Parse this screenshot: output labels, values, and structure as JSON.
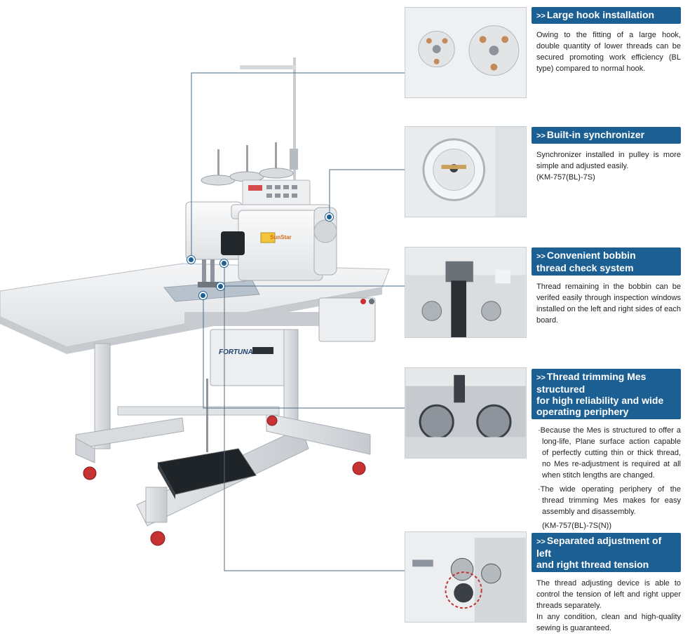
{
  "colors": {
    "accent": "#1c5f92",
    "leader_line": "#4d6b86",
    "text": "#222222"
  },
  "arrow_glyph": ">>",
  "features": [
    {
      "title": "Large hook installation",
      "body": "Owing to the fitting of a large hook, double quantity of lower threads  can be secured promoting work efficiency (BL type) compared to normal hook."
    },
    {
      "title": "Built-in synchronizer",
      "body": "Synchronizer installed in pulley is more simple and adjusted easily.\n(KM-757(BL)-7S)"
    },
    {
      "title": "Convenient bobbin\nthread check system",
      "body": "Thread remaining in the bobbin can be verifed easily through inspection windows installed on the left and right sides of each board."
    },
    {
      "title": "Thread trimming Mes structured\nfor high reliability and wide\noperating periphery",
      "bullets": [
        "Because the Mes is structured to offer a long-life, Plane surface action capable of perfectly cutting thin or thick thread, no Mes re-adjustment is required at all when stitch lengths are changed.",
        "The wide operating periphery of the thread trimming Mes makes for easy assembly and disassembly."
      ],
      "model_note": "(KM-757(BL)-7S(N))"
    },
    {
      "title": "Separated adjustment of left\nand right thread tension",
      "body": "The thread adjusting device is able to control the tension of left and right upper threads separately.\nIn any condition, clean and high-quality sewing is guaranteed."
    }
  ],
  "machine_labels": {
    "brand_head": "SunStar",
    "brand_motor": "FORTUNA"
  }
}
